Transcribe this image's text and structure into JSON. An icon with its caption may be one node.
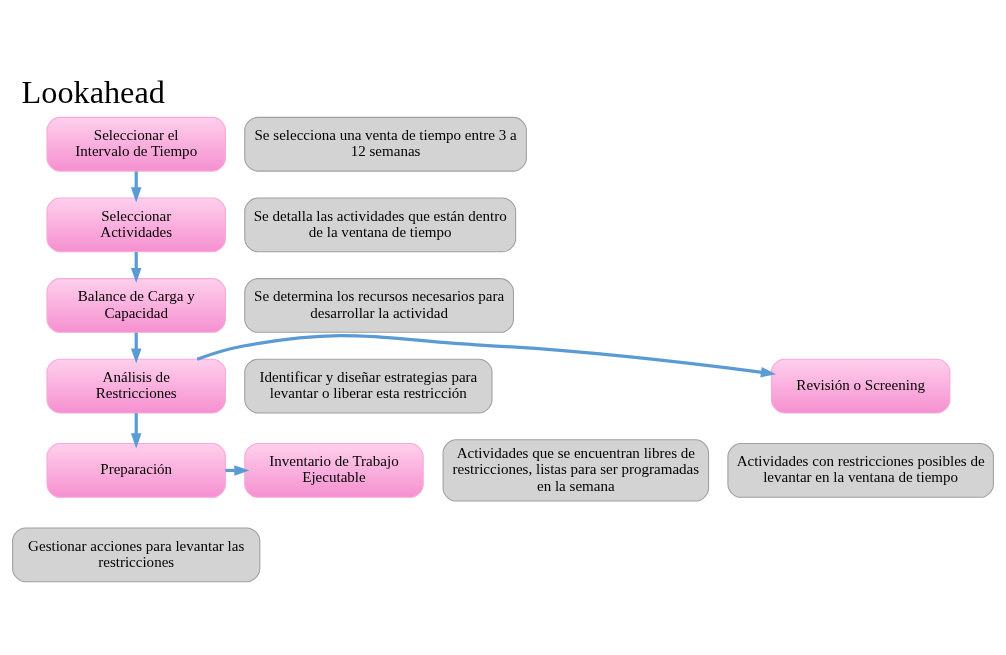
{
  "diagram": {
    "title": "Lookahead",
    "nodes": [
      {
        "text": [
          "Seleccionar el Intervalo de Tiempo"
        ]
      },
      {
        "text": [
          "Se selecciona una venta de tiempo entre 3 a 12 semanas"
        ]
      },
      {
        "text": [
          "Seleccionar Actividades"
        ]
      },
      {
        "text": [
          "Se detalla las actividades que están dentro de la ventana de tiempo"
        ]
      },
      {
        "text": [
          "Balance de Carga y Capacidad"
        ]
      },
      {
        "text": [
          "Se determina los recursos necesarios para desarrollar la actividad"
        ]
      },
      {
        "text": [
          "Revisión o Screening"
        ]
      },
      {
        "text": [
          "Actividades con restricciones posibles de levantar en la ventana de tiempo"
        ]
      },
      {
        "text": [
          "Análisis de Restricciones"
        ]
      },
      {
        "text": [
          "Identificar y diseñar estrategias para levantar o liberar esta restricción"
        ]
      },
      {
        "text": [
          "Preparación"
        ]
      },
      {
        "text": [
          "Gestionar acciones para levantar las restricciones"
        ]
      },
      {
        "text": [
          "Inventario de Trabajo Ejecutable"
        ]
      },
      {
        "text": [
          "Actividades que se encuentran libres de restricciones, listas para ser programadas en la semana"
        ]
      }
    ],
    "edges": [
      {
        "from": 0,
        "to": 2,
        "arrow": "to"
      },
      {
        "from": 2,
        "to": 4,
        "arrow": "to"
      },
      {
        "from": 4,
        "to": 8,
        "arrow": "to"
      },
      {
        "from": 8,
        "to": 6,
        "arrow": "to"
      },
      {
        "from": 8,
        "to": 10,
        "arrow": "to"
      },
      {
        "from": 10,
        "to": 12,
        "arrow": "to"
      }
    ]
  }
}
